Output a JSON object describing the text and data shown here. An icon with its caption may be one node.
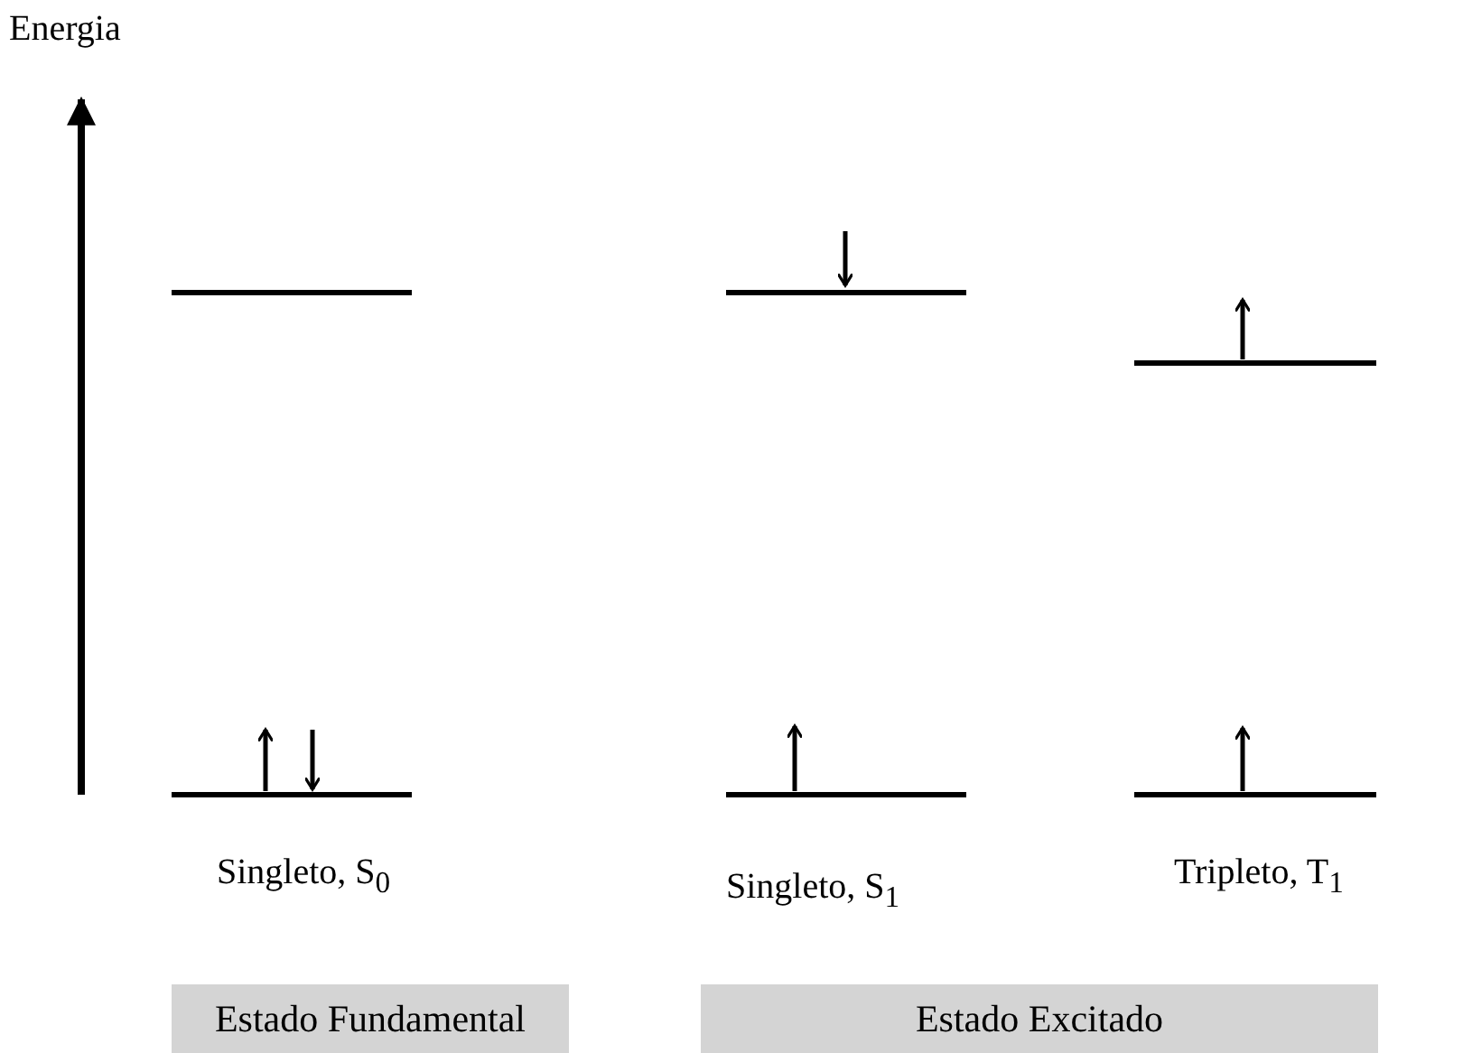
{
  "diagram": {
    "nodes": [
      {
        "text": [
          "Estado Fundamental"
        ]
      },
      {
        "text": [
          "Estado Excitado"
        ]
      }
    ],
    "edges": [],
    "labels": [
      "Energia",
      "Singleto, S$_{0}$",
      "Singleto, S$_{1}$",
      "Tripleto, T$_{1}$"
    ]
  }
}
